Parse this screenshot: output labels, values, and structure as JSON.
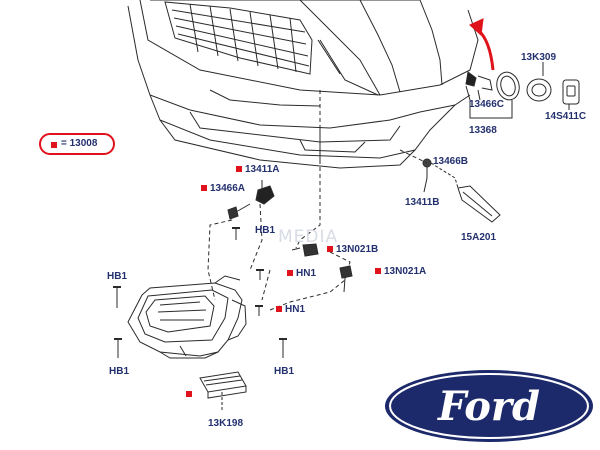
{
  "legend": {
    "marker_color": "#e0121b",
    "text": "= 13008"
  },
  "watermark": "MEDIA",
  "labels": {
    "p13K309": "13K309",
    "p13466C": "13466C",
    "p13368": "13368",
    "p14S411C": "14S411C",
    "p13466B": "13466B",
    "p13411B": "13411B",
    "p15A201": "15A201",
    "p13411A": "13411A",
    "p13466A": "13466A",
    "hb1_mid": "HB1",
    "p13N021B": "13N021B",
    "hn1_upper": "HN1",
    "p13N021A": "13N021A",
    "hb1_left": "HB1",
    "hn1_lower": "HN1",
    "hb1_bottom_left": "HB1",
    "hb1_bottom_right": "HB1",
    "p13K198": "13K198"
  },
  "logo": {
    "text": "Ford",
    "color": "#1c2a6b",
    "icon": "ford-oval-logo"
  },
  "colors": {
    "line": "#2b2b2b",
    "label": "#23306e",
    "accent": "#e0121b"
  }
}
